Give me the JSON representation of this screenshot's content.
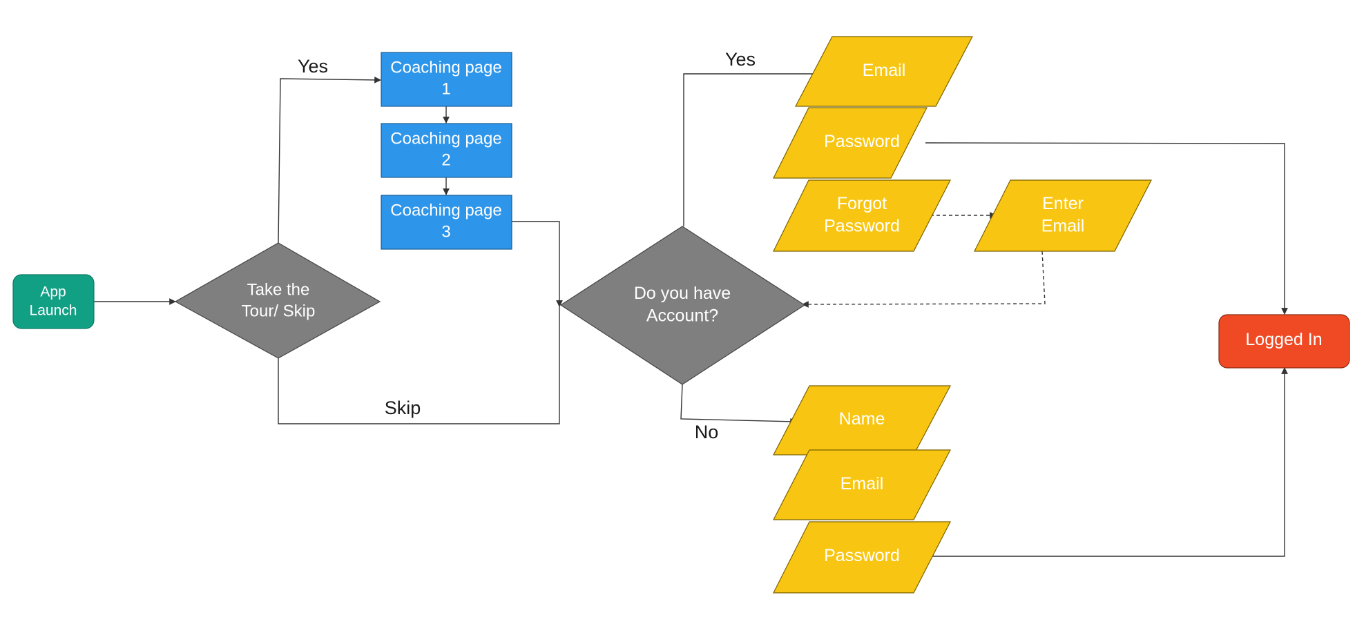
{
  "colors": {
    "start": "#12a085",
    "decision": "#7f7f7f",
    "process": "#2d95ea",
    "input": "#f8c612",
    "end": "#f04a24",
    "edge": "#333333"
  },
  "nodes": {
    "app_launch": [
      "App",
      "Launch"
    ],
    "take_tour": [
      "Take the",
      "Tour/ Skip"
    ],
    "coaching_1": [
      "Coaching page",
      "1"
    ],
    "coaching_2": [
      "Coaching page",
      "2"
    ],
    "coaching_3": [
      "Coaching page",
      "3"
    ],
    "have_account": [
      "Do you have",
      "Account?"
    ],
    "login_email": [
      "Email"
    ],
    "login_password": [
      "Password"
    ],
    "forgot_password": [
      "Forgot",
      "Password"
    ],
    "enter_email": [
      "Enter",
      "Email"
    ],
    "signup_name": [
      "Name"
    ],
    "signup_email": [
      "Email"
    ],
    "signup_password": [
      "Password"
    ],
    "logged_in": [
      "Logged In"
    ]
  },
  "edge_labels": {
    "tour_yes": "Yes",
    "tour_skip": "Skip",
    "account_yes": "Yes",
    "account_no": "No"
  }
}
